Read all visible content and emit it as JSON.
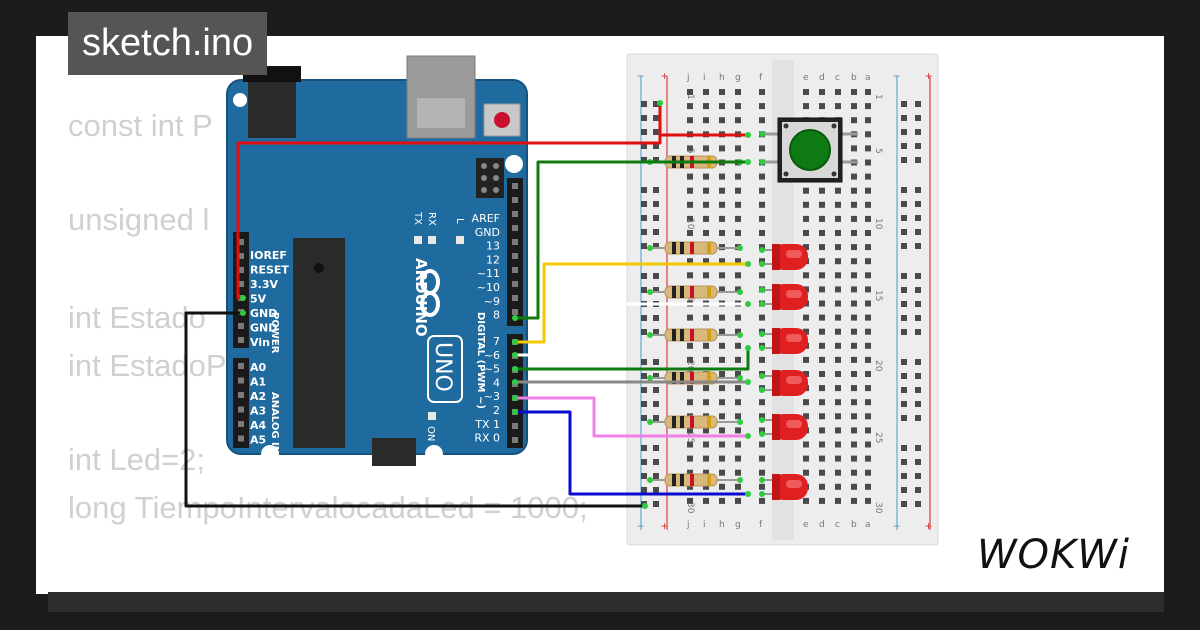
{
  "editor": {
    "file_tab": "sketch.ino",
    "code_lines": [
      "const int P",
      "unsigned l",
      "int Estado",
      "int EstadoP",
      "int Led=2;",
      "long TiempoIntervalocadaLed = 1000;"
    ]
  },
  "arduino": {
    "brand": "ARDUINO",
    "model": "UNO",
    "power_header": [
      "IOREF",
      "RESET",
      "3.3V",
      "5V",
      "GND",
      "GND",
      "Vin"
    ],
    "power_label": "POWER",
    "analog_header": [
      "A0",
      "A1",
      "A2",
      "A3",
      "A4",
      "A5"
    ],
    "analog_label": "ANALOG IN",
    "digital_header_top": [
      "AREF",
      "GND",
      "13",
      "12",
      "~11",
      "~10",
      "~9",
      "8"
    ],
    "digital_header_bottom": [
      "7",
      "~6",
      "~5",
      "4",
      "~3",
      "2",
      "TX 1",
      "RX 0"
    ],
    "digital_label": "DIGITAL (PWM ~)",
    "leds": [
      "TX",
      "RX",
      "L"
    ],
    "on_label": "ON"
  },
  "breadboard": {
    "columns_left": [
      "j",
      "i",
      "h",
      "g",
      "f"
    ],
    "columns_right": [
      "e",
      "d",
      "c",
      "b",
      "a"
    ],
    "row_numbers": [
      "1",
      "5",
      "10",
      "15",
      "20",
      "25",
      "30"
    ]
  },
  "colors": {
    "wire_red": "#e01010",
    "wire_green": "#0f7a0f",
    "wire_yellow": "#f2c800",
    "wire_white": "#ffffff",
    "wire_gray": "#888888",
    "wire_pink": "#f080e8",
    "wire_blue": "#0b0bd0",
    "wire_black": "#111111",
    "board_blue": "#1f6a9e",
    "led_red": "#e02020",
    "button_green": "#0e7a14"
  },
  "brand_logo": "WOKWi"
}
